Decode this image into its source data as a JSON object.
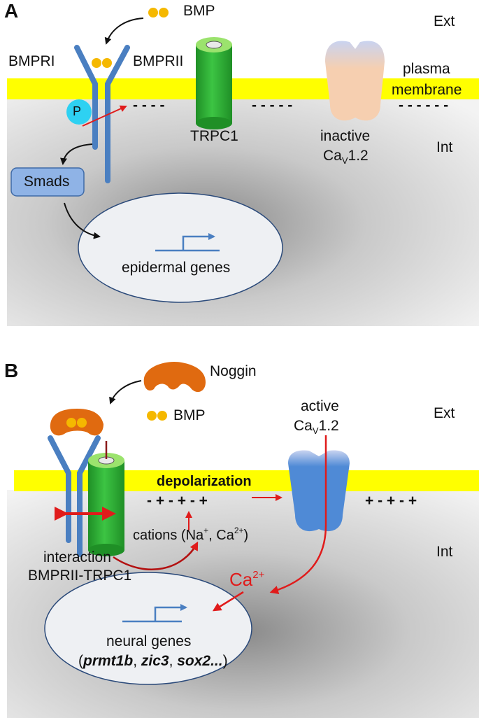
{
  "panel_a": {
    "letter": "A",
    "ext_label": "Ext",
    "int_label": "Int",
    "bmp_label": "BMP",
    "bmpri_label": "BMPRI",
    "bmprii_label": "BMPRII",
    "phospho_label": "P",
    "trpc1_label": "TRPC1",
    "membrane_label_1": "plasma",
    "membrane_label_2": "membrane",
    "cav_state_label": "inactive",
    "cav_name": "Ca",
    "cav_sub": "V",
    "cav_version": "1.2",
    "smads_label": "Smads",
    "genes_label": "epidermal genes",
    "charges_1": "- - - -",
    "charges_2": "- - - - -",
    "charges_3": "- - - - - -"
  },
  "panel_b": {
    "letter": "B",
    "ext_label": "Ext",
    "int_label": "Int",
    "noggin_label": "Noggin",
    "bmp_label": "BMP",
    "cav_state_label": "active",
    "cav_name": "Ca",
    "cav_sub": "V",
    "cav_version": "1.2",
    "depolarization_label": "depolarization",
    "charges_1": "- + - + - +",
    "charges_2": "+ - + - +",
    "cations_prefix": "cations (Na",
    "cations_sup1": "+",
    "cations_mid": ", Ca",
    "cations_sup2": "2+",
    "cations_suffix": ")",
    "interaction_label_1": "interaction",
    "interaction_label_2": "BMPRII-TRPC1",
    "ca_label": "Ca",
    "ca_sup": "2+",
    "genes_label": "neural genes",
    "genes_open": "(",
    "gene_1": "prmt1b",
    "gene_2": "zic3",
    "gene_3": "sox2...",
    "genes_sep": ", ",
    "genes_close": ")"
  },
  "colors": {
    "membrane": "#ffff00",
    "receptor": "#4a7fc1",
    "trpc1": "#2eb135",
    "bmp": "#f5b800",
    "noggin": "#e06a10",
    "phospho": "#2ed1f2",
    "smads": "#8fb3e6",
    "cav_inactive": "#f6cfb0",
    "cav_active": "#4f8ad6",
    "arrow_red": "#e01b1b",
    "nucleus": "#eef0f3"
  }
}
